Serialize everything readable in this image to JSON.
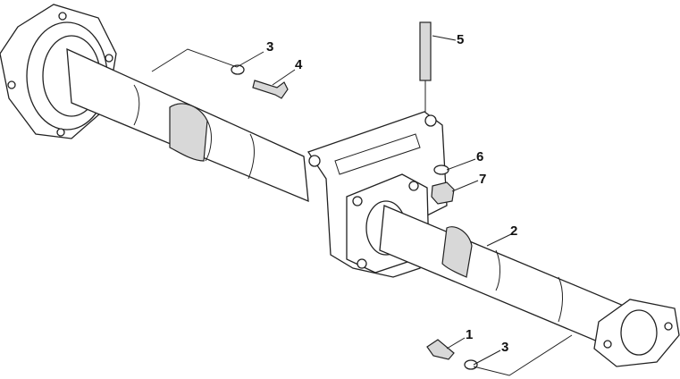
{
  "diagram": {
    "callouts": [
      {
        "id": "callout-3-top",
        "label": "3"
      },
      {
        "id": "callout-4",
        "label": "4"
      },
      {
        "id": "callout-5",
        "label": "5"
      },
      {
        "id": "callout-6",
        "label": "6"
      },
      {
        "id": "callout-7",
        "label": "7"
      },
      {
        "id": "callout-2",
        "label": "2"
      },
      {
        "id": "callout-1",
        "label": "1"
      },
      {
        "id": "callout-3-bottom",
        "label": "3"
      }
    ]
  }
}
